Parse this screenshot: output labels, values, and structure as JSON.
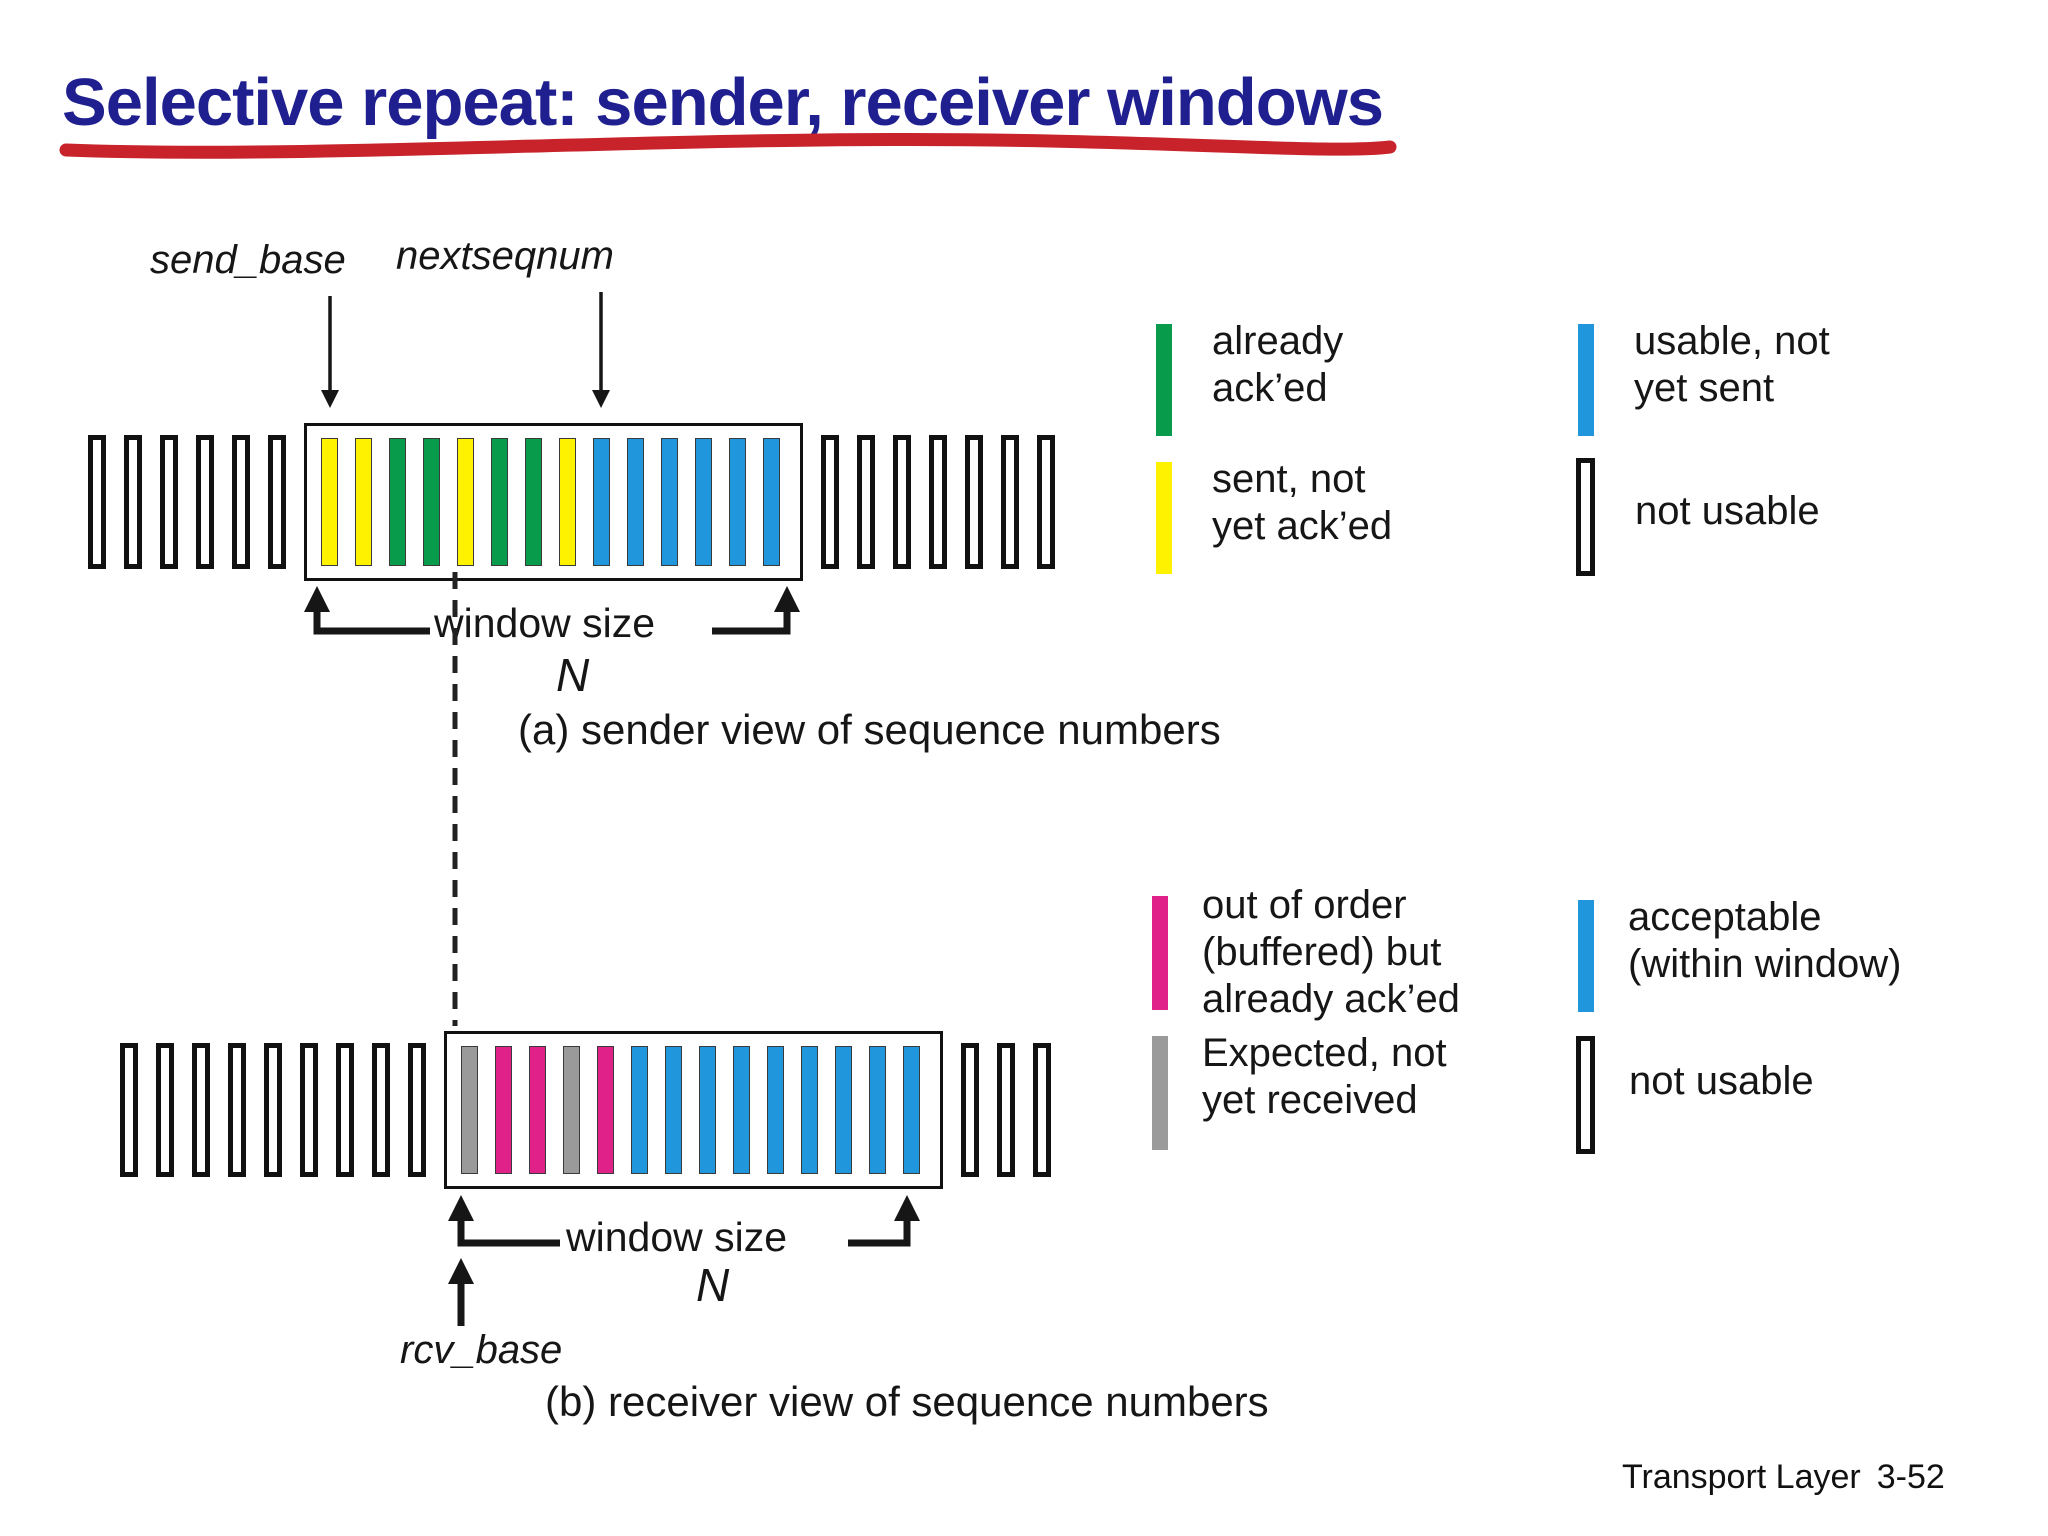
{
  "slide": {
    "title": "Selective repeat: sender, receiver windows",
    "footer_text": "Transport Layer",
    "footer_page": "3-52"
  },
  "colors": {
    "title": "#1F1F8F",
    "underline": "#C8232B",
    "green": "#089B4B",
    "yellow": "#FFF200",
    "blue": "#2097DD",
    "magenta": "#DF2189",
    "gray": "#9A9A9A",
    "white": "#FFFFFF",
    "outline": "#111111"
  },
  "sender": {
    "send_base_label": "send_base",
    "nextseqnum_label": "nextseqnum",
    "window_size_label": "window size",
    "n_label": "N",
    "caption": "(a) sender view of sequence numbers",
    "row": {
      "pre_white": 6,
      "window": [
        "yellow",
        "yellow",
        "green",
        "green",
        "yellow",
        "green",
        "green",
        "yellow",
        "blue",
        "blue",
        "blue",
        "blue",
        "blue",
        "blue"
      ],
      "post_white": 7
    },
    "legend": [
      {
        "color": "green",
        "lines": [
          "already",
          "ack’ed"
        ]
      },
      {
        "color": "yellow",
        "lines": [
          "sent, not",
          "yet ack’ed"
        ]
      },
      {
        "color": "blue",
        "lines": [
          "usable, not",
          "yet sent"
        ]
      },
      {
        "color": "white",
        "lines": [
          "not usable"
        ]
      }
    ]
  },
  "receiver": {
    "rcv_base_label": "rcv_base",
    "window_size_label": "window size",
    "n_label": "N",
    "caption": "(b) receiver view of sequence numbers",
    "row": {
      "pre_white": 9,
      "window": [
        "gray",
        "magenta",
        "magenta",
        "gray",
        "magenta",
        "blue",
        "blue",
        "blue",
        "blue",
        "blue",
        "blue",
        "blue",
        "blue",
        "blue"
      ],
      "post_white": 3
    },
    "legend": [
      {
        "color": "magenta",
        "lines": [
          "out of order",
          "(buffered) but",
          "already ack’ed"
        ]
      },
      {
        "color": "gray",
        "lines": [
          "Expected,  not",
          "yet received"
        ]
      },
      {
        "color": "blue",
        "lines": [
          "acceptable",
          "(within window)"
        ]
      },
      {
        "color": "white",
        "lines": [
          "not usable"
        ]
      }
    ]
  }
}
